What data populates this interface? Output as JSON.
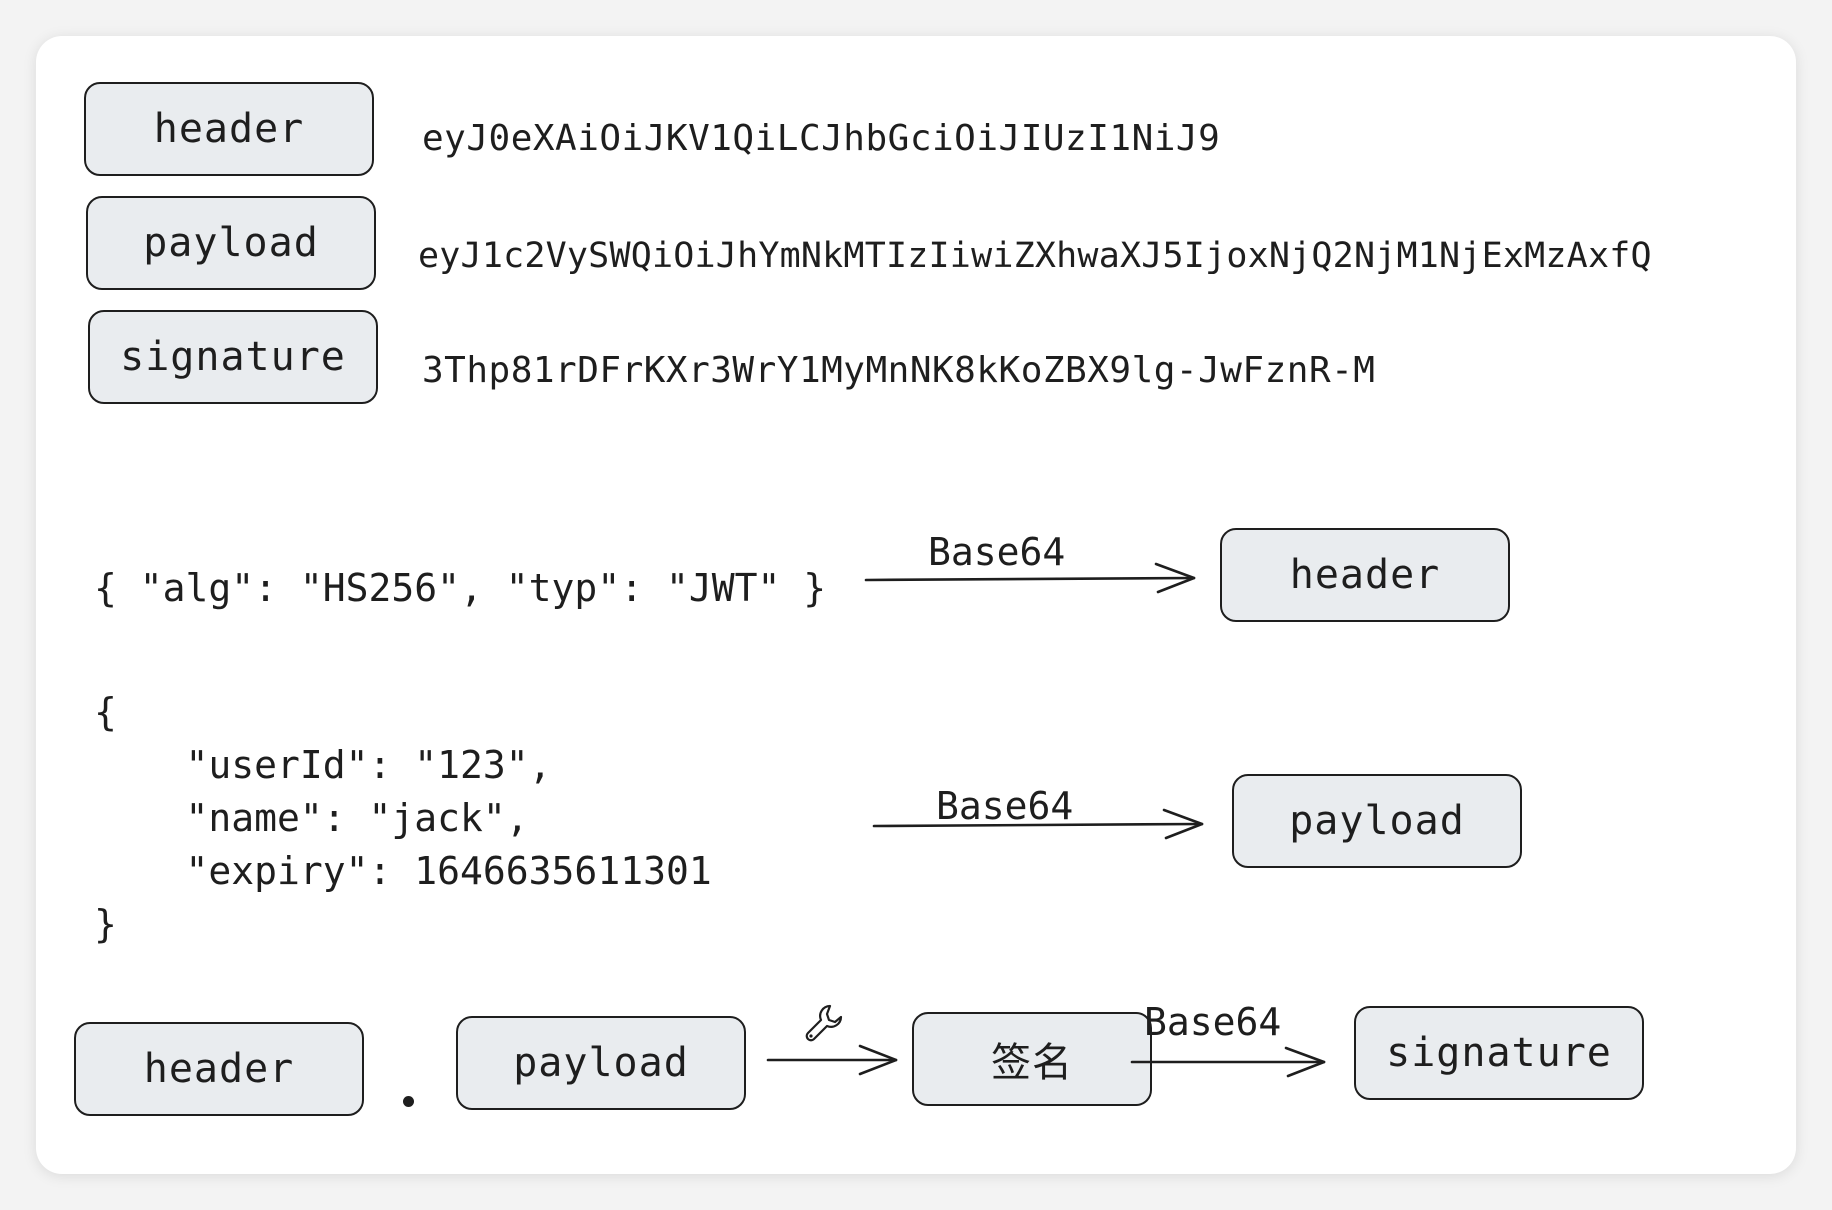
{
  "tokens": {
    "header_label": "header",
    "header_value": "eyJ0eXAiOiJKV1QiLCJhbGciOiJIUzI1NiJ9",
    "payload_label": "payload",
    "payload_value": "eyJ1c2VySWQiOiJhYmNkMTIzIiwiZXhwaXJ5IjoxNjQ2NjM1NjExMzAxfQ",
    "signature_label": "signature",
    "signature_value": "3Thp81rDFrKXr3WrY1MyMnNK8kKoZBX9lg-JwFznR-M"
  },
  "header_flow": {
    "json": "{ \"alg\": \"HS256\", \"typ\": \"JWT\" }",
    "arrow_label": "Base64",
    "target": "header"
  },
  "payload_flow": {
    "json": "{\n    \"userId\": \"123\",\n    \"name\": \"jack\",\n    \"expiry\": 1646635611301\n}",
    "arrow_label": "Base64",
    "target": "payload"
  },
  "signature_flow": {
    "input_header": "header",
    "separator": ".",
    "input_payload": "payload",
    "sign_step": "签名",
    "arrow_label": "Base64",
    "target": "signature",
    "tool_icon": "wrench-icon"
  },
  "colors": {
    "box_fill": "#e9ecef",
    "stroke": "#1e1e1e",
    "background": "#ffffff"
  }
}
